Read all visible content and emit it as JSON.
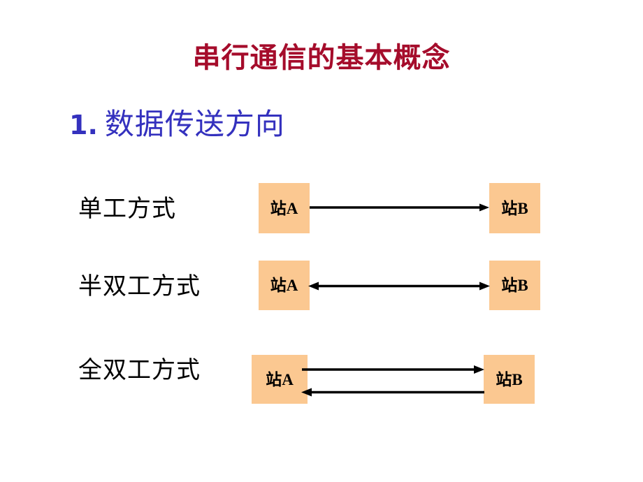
{
  "slide": {
    "title": "串行通信的基本概念",
    "title_color": "#A50C2B",
    "background_color": "#ffffff",
    "section": {
      "number": "1.",
      "text": "数据传送方向",
      "color": "#3431BE"
    }
  },
  "diagram": {
    "box_fill_color": "#FBC891",
    "line_color": "#000000",
    "rows": [
      {
        "label": "单工方式",
        "left_station": "站A",
        "right_station": "站B",
        "direction": "one-way-right",
        "arrow_count": 1
      },
      {
        "label": "半双工方式",
        "left_station": "站A",
        "right_station": "站B",
        "direction": "bidirectional-single-line",
        "arrow_count": 1
      },
      {
        "label": "全双工方式",
        "left_station": "站A",
        "right_station": "站B",
        "direction": "bidirectional-two-lines",
        "arrow_count": 2
      }
    ]
  }
}
